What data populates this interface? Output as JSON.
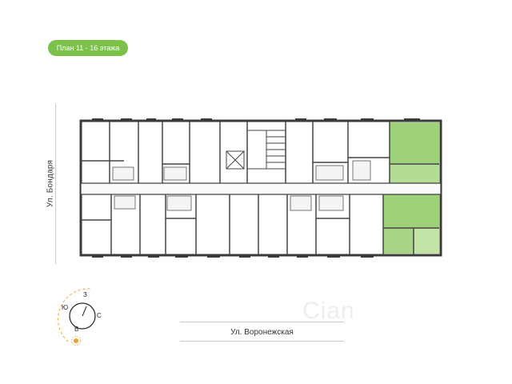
{
  "badge": {
    "label": "План 11 - 16 этажа"
  },
  "streets": {
    "vertical": "Ул. Бондаря",
    "horizontal": "Ул. Воронежская"
  },
  "compass": {
    "north": "З",
    "east": "С",
    "south": "В",
    "west": "Ю"
  },
  "watermark": "Cian",
  "colors": {
    "accent": "#7cc24a",
    "highlight_fill": "#9fd17a",
    "wall": "#3a3a3a"
  }
}
